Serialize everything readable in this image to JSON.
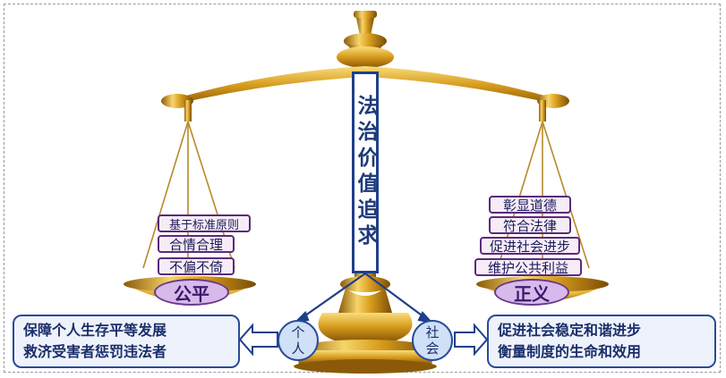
{
  "title": "法治价值追求",
  "left_pan": {
    "label": "公平",
    "items": [
      "基于标准原则",
      "合情合理",
      "不偏不倚"
    ]
  },
  "right_pan": {
    "label": "正义",
    "items": [
      "彰显道德",
      "符合法律",
      "促进社会进步",
      "维护公共利益"
    ]
  },
  "nodes": {
    "individual": [
      "个",
      "人"
    ],
    "society": [
      "社",
      "会"
    ]
  },
  "left_box": [
    "保障个人生存平等发展",
    "救济受害者惩罚违法者"
  ],
  "right_box": [
    "促进社会稳定和谐进步",
    "衡量制度的生命和效用"
  ]
}
